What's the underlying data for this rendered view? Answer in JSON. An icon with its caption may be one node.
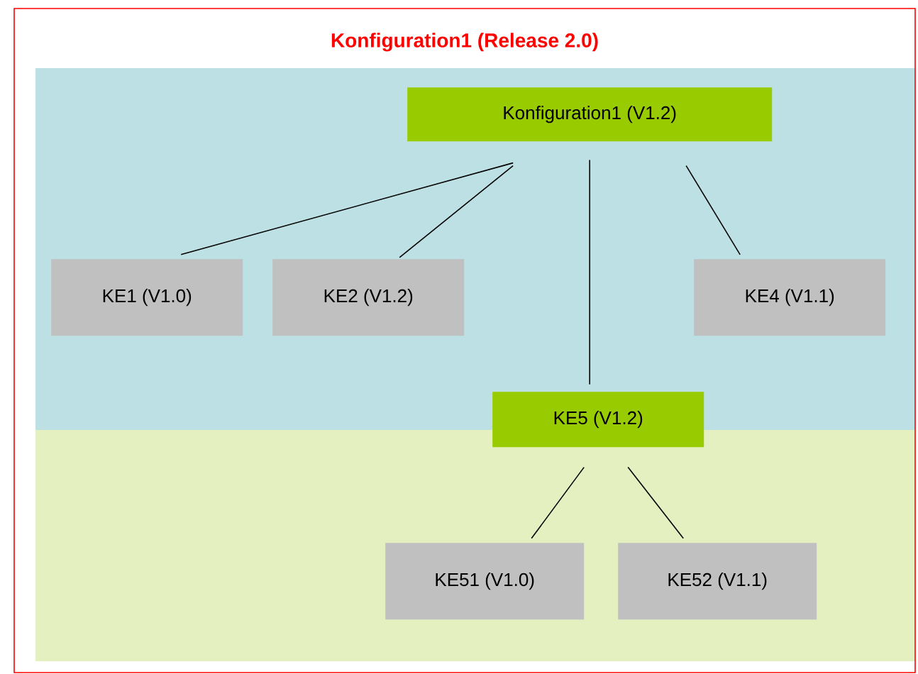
{
  "diagram": {
    "nodes": [
      {
        "text": [
          "Konfiguration1 (Release 2.0)"
        ]
      },
      {
        "text": [
          "Konfiguration1 (V1.2)"
        ],
        "in": 0
      },
      {
        "text": [
          "KE1 (V1.0)"
        ],
        "in": 0
      },
      {
        "text": [
          "KE2 (V1.2)"
        ],
        "in": 0
      },
      {
        "text": [
          "KE4 (V1.1)"
        ],
        "in": 0
      },
      {
        "text": [
          "KE5 (V1.2)"
        ],
        "in": 0
      },
      {
        "text": [
          "KE51 (V1.0)"
        ],
        "in": 0
      },
      {
        "text": [
          "KE52 (V1.1)"
        ],
        "in": 0
      }
    ],
    "edges": [
      {
        "from": 1,
        "to": 2,
        "arrow": "none"
      },
      {
        "from": 1,
        "to": 3,
        "arrow": "none"
      },
      {
        "from": 1,
        "to": 5,
        "arrow": "none"
      },
      {
        "from": 1,
        "to": 4,
        "arrow": "none"
      },
      {
        "from": 5,
        "to": 6,
        "arrow": "none"
      },
      {
        "from": 5,
        "to": 7,
        "arrow": "none"
      }
    ]
  }
}
